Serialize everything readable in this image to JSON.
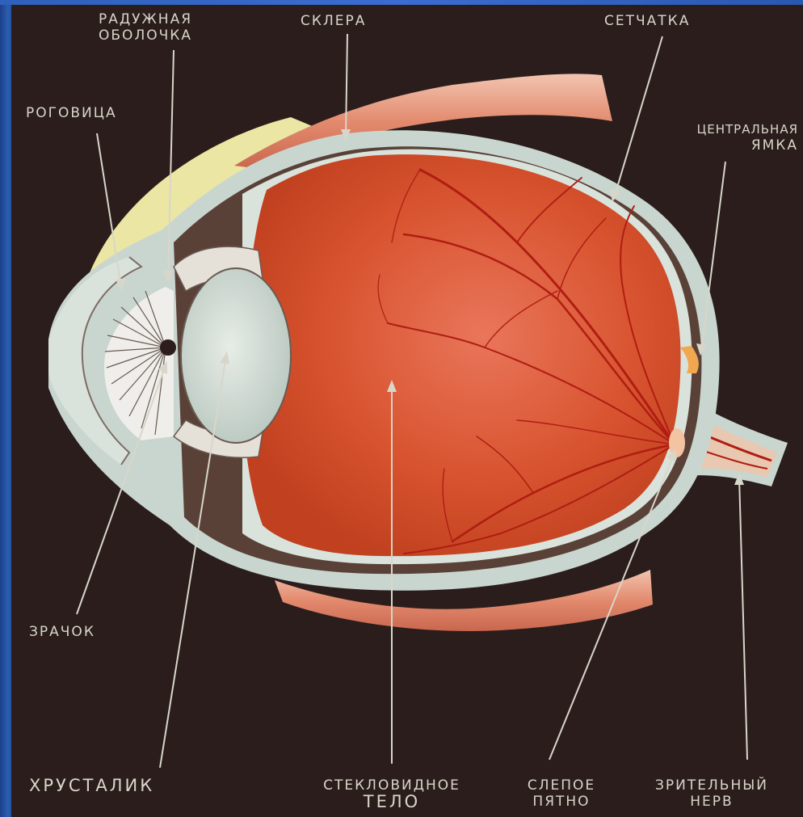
{
  "labels": {
    "iris_line1": "РАДУЖНАЯ",
    "iris_line2": "ОБОЛОЧКА",
    "sclera": "СКЛЕРА",
    "retina": "СЕТЧАТКА",
    "cornea": "РОГОВИЦА",
    "fovea_line1": "ЦЕНТРАЛЬНАЯ",
    "fovea_line2": "ЯМКА",
    "pupil": "ЗРАЧОК",
    "lens": "ХРУСТАЛИК",
    "vitreous_line1": "СТЕКЛОВИДНОЕ",
    "vitreous_line2": "ТЕЛО",
    "blind_spot_line1": "СЛЕПОЕ",
    "blind_spot_line2": "ПЯТНО",
    "optic_nerve_line1": "ЗРИТЕЛЬНЫЙ",
    "optic_nerve_line2": "НЕРВ"
  },
  "colors": {
    "background": "#2a1d1c",
    "vitreous": "#d8532f",
    "sclera": "#c9d6cf",
    "cornea_conjunctiva": "#ebe6a3",
    "muscle": "#e59a80",
    "vessels": "#b01d12",
    "label_text": "#d8d6c9"
  }
}
